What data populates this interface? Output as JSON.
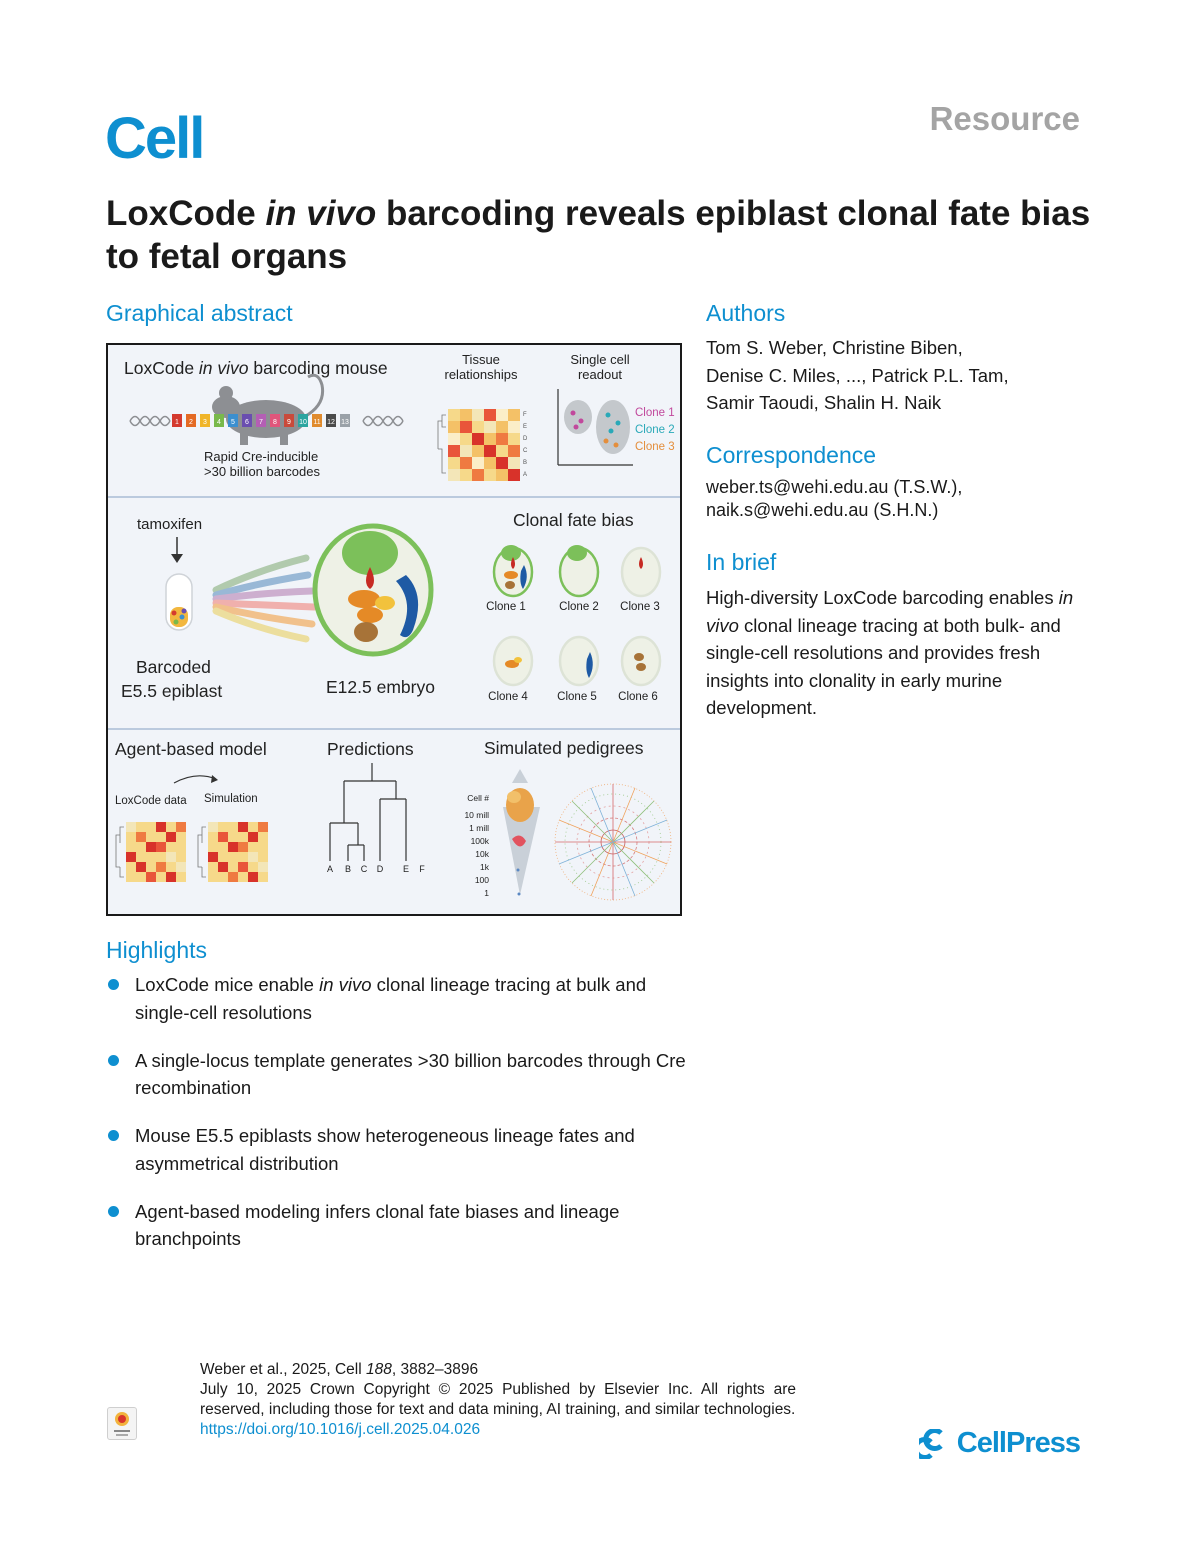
{
  "header": {
    "journal": "Cell",
    "article_type": "Resource"
  },
  "title": {
    "part1": "LoxCode ",
    "italic": "in vivo",
    "part2": " barcoding reveals epiblast clonal fate bias to fetal organs"
  },
  "graphical_abstract": {
    "heading": "Graphical abstract",
    "panel1": {
      "mouse_title_pre": "LoxCode ",
      "mouse_title_italic": "in vivo",
      "mouse_title_post": " barcoding mouse",
      "barcode_numbers": [
        "1",
        "2",
        "3",
        "4",
        "5",
        "6",
        "7",
        "8",
        "9",
        "10",
        "11",
        "12",
        "13"
      ],
      "caption_line1": "Rapid Cre-inducible",
      "caption_line2": ">30 billion barcodes",
      "tissue_line1": "Tissue",
      "tissue_line2": "relationships",
      "single_line1": "Single cell",
      "single_line2": "readout",
      "clone_labels": [
        "Clone 1",
        "Clone 2",
        "Clone 3"
      ],
      "heatmap_labels": [
        "F",
        "E",
        "D",
        "C",
        "B",
        "A"
      ]
    },
    "panel2": {
      "tamoxifen": "tamoxifen",
      "barcoded_line1": "Barcoded",
      "barcoded_line2": "E5.5 epiblast",
      "embryo": "E12.5 embryo",
      "clonal_title": "Clonal fate bias",
      "clones": [
        "Clone 1",
        "Clone 2",
        "Clone 3",
        "Clone 4",
        "Clone 5",
        "Clone 6"
      ]
    },
    "panel3": {
      "agent_title": "Agent-based model",
      "loxcode_data": "LoxCode data",
      "simulation": "Simulation",
      "predictions_title": "Predictions",
      "tree_leaves": [
        "A",
        "B",
        "C",
        "D",
        "E",
        "F"
      ],
      "pedigrees_title": "Simulated pedigrees",
      "cell_count_title": "Cell #",
      "cell_counts": [
        "10 mill",
        "1 mill",
        "100k",
        "10k",
        "1k",
        "100",
        "1"
      ]
    }
  },
  "authors": {
    "heading": "Authors",
    "line1": "Tom S. Weber, Christine Biben,",
    "line2": "Denise C. Miles, ..., Patrick P.L. Tam,",
    "line3": "Samir Taoudi, Shalin H. Naik"
  },
  "correspondence": {
    "heading": "Correspondence",
    "email1": "weber.ts@wehi.edu.au (T.S.W.),",
    "email2": "naik.s@wehi.edu.au (S.H.N.)"
  },
  "in_brief": {
    "heading": "In brief",
    "text_pre": "High-diversity LoxCode barcoding enables ",
    "text_italic": "in vivo",
    "text_post": " clonal lineage tracing at both bulk- and single-cell resolutions and provides fresh insights into clonality in early murine development."
  },
  "highlights": {
    "heading": "Highlights",
    "item1_pre": "LoxCode mice enable ",
    "item1_italic": "in vivo",
    "item1_post": " clonal lineage tracing at bulk and single-cell resolutions",
    "item2": "A single-locus template generates >30 billion barcodes through Cre recombination",
    "item3": "Mouse E5.5 epiblasts show heterogeneous lineage fates and asymmetrical distribution",
    "item4": "Agent-based modeling infers clonal fate biases and lineage branchpoints"
  },
  "citation": {
    "line1_pre": "Weber et al., 2025, Cell ",
    "line1_italic": "188",
    "line1_post": ", 3882–3896",
    "copyright": "July 10, 2025 Crown Copyright © 2025 Published by Elsevier Inc. All rights are reserved, including those for text and data mining, AI training, and similar technologies.",
    "doi": "https://doi.org/10.1016/j.cell.2025.04.026"
  },
  "footer": {
    "publisher": "CellPress"
  },
  "colors": {
    "brand_blue": "#0e8fd0",
    "resource_gray": "#a4a4a4"
  }
}
